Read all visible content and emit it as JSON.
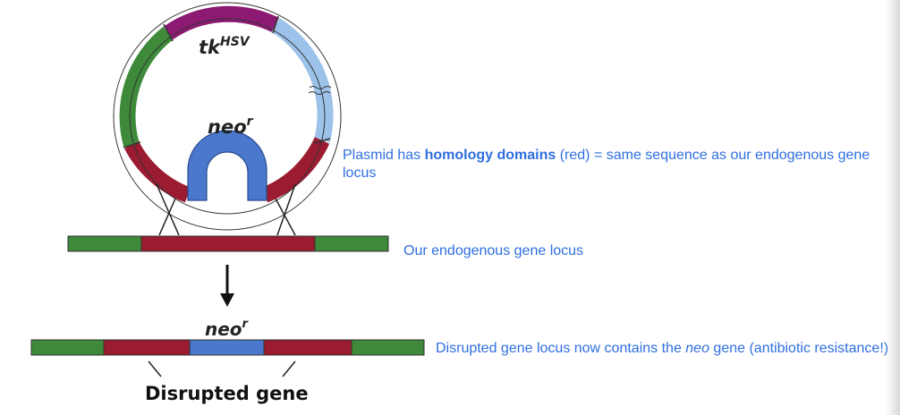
{
  "labels": {
    "tk": "tk",
    "tk_sup": "HSV",
    "neo_plasmid": "neo",
    "neo_plasmid_sup": "r",
    "neo_bottom": "neo",
    "neo_bottom_sup": "r",
    "disrupted_gene": "Disrupted gene"
  },
  "captions": {
    "plasmid_pre": "Plasmid has ",
    "plasmid_bold": "homology domains",
    "plasmid_post": " (red) = same sequence as our endogenous gene locus",
    "locus": "Our endogenous gene locus",
    "disrupted_pre": "Disrupted gene locus now contains the ",
    "disrupted_italic": "neo",
    "disrupted_post": " gene (antibiotic resistance!)"
  },
  "colors": {
    "green": "#3e8a3a",
    "red": "#9b1b30",
    "purple": "#8c1a72",
    "light_blue": "#9cc2ea",
    "neo_blue": "#4a78cc",
    "caption_blue": "#2f6fe0"
  }
}
